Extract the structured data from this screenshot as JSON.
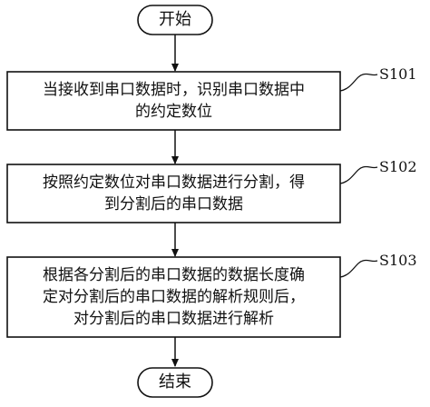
{
  "start": {
    "label": "开始"
  },
  "end": {
    "label": "结束"
  },
  "steps": [
    {
      "id": "S101",
      "lines": [
        "当接收到串口数据时，识别串口数据中",
        "的约定数位"
      ]
    },
    {
      "id": "S102",
      "lines": [
        "按照约定数位对串口数据进行分割，得",
        "到分割后的串口数据"
      ]
    },
    {
      "id": "S103",
      "lines": [
        "根据各分割后的串口数据的数据长度确",
        "定对分割后的串口数据的解析规则后，",
        "对分割后的串口数据进行解析"
      ]
    }
  ]
}
